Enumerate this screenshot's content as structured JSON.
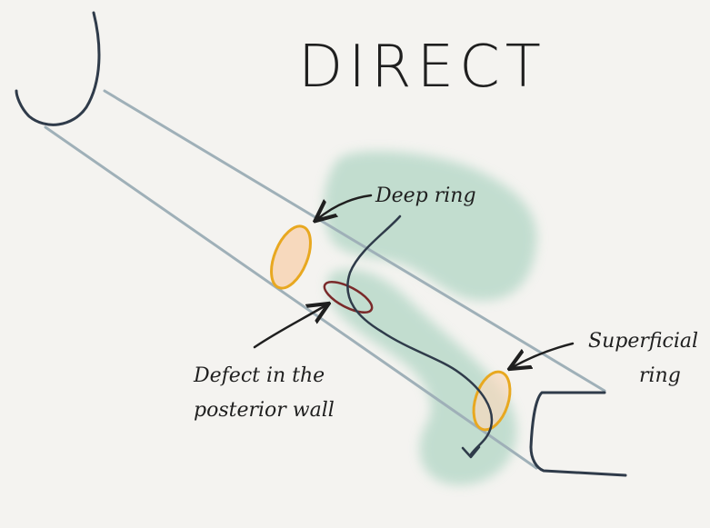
{
  "title": "DIRECT",
  "labels": {
    "deep_ring": "Deep ring",
    "superficial_ring_line1": "Superficial",
    "superficial_ring_line2": "ring",
    "defect_line1": "Defect in the",
    "defect_line2": "posterior wall"
  },
  "colors": {
    "background": "#f4f3f0",
    "canal_line": "#9fb0b8",
    "ink_dark": "#2f3b4a",
    "ring_fill": "#f7d9bd",
    "ring_stroke": "#e8a820",
    "defect_stroke": "#7a2a2a",
    "hernia_wash": "#b6d8c8"
  }
}
